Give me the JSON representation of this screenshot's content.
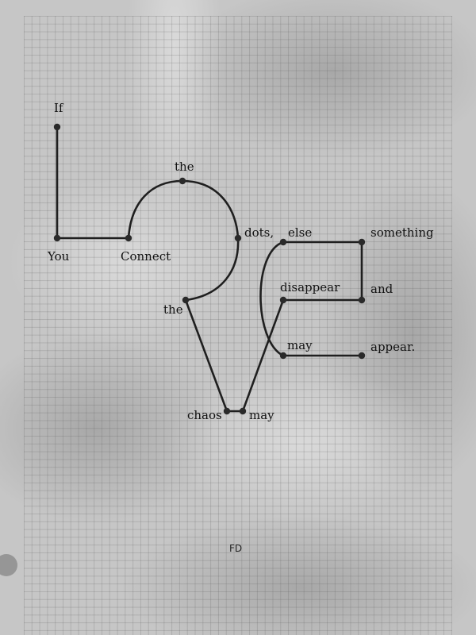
{
  "words": {
    "if": "If",
    "you": "You",
    "connect": "Connect",
    "the1": "the",
    "dots": "dots,",
    "else": "else",
    "something": "something",
    "the2": "the",
    "disappear": "disappear",
    "and": "and",
    "may1": "may",
    "appear": "appear.",
    "chaos": "chaos",
    "may2": "may"
  },
  "signature": "FD",
  "colors": {
    "paper": "#c4c4c4",
    "ink": "#222222",
    "grid": "#5a5a5a"
  }
}
